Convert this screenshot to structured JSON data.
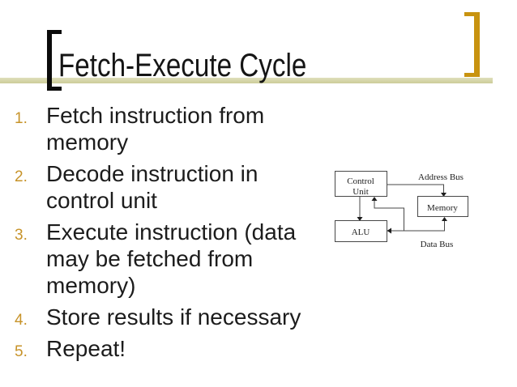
{
  "slide_title": "Fetch-Execute Cycle",
  "bullet_list": {
    "items": [
      {
        "number": "1.",
        "text": "Fetch instruction from memory"
      },
      {
        "number": "2.",
        "text": "Decode instruction in control unit"
      },
      {
        "number": "3.",
        "text": "Execute instruction (data may be fetched from memory)"
      },
      {
        "number": "4.",
        "text": "Store results if necessary"
      },
      {
        "number": "5.",
        "text": "Repeat!"
      }
    ]
  },
  "diagram": {
    "control_unit_line1": "Control",
    "control_unit_line2": "Unit",
    "memory_label": "Memory",
    "alu_label": "ALU",
    "address_bus_label": "Address Bus",
    "data_bus_label": "Data Bus"
  },
  "colors": {
    "accent_gold": "#c8930f",
    "list_number_gold": "#c79329",
    "title_rule": "#cccc99"
  }
}
